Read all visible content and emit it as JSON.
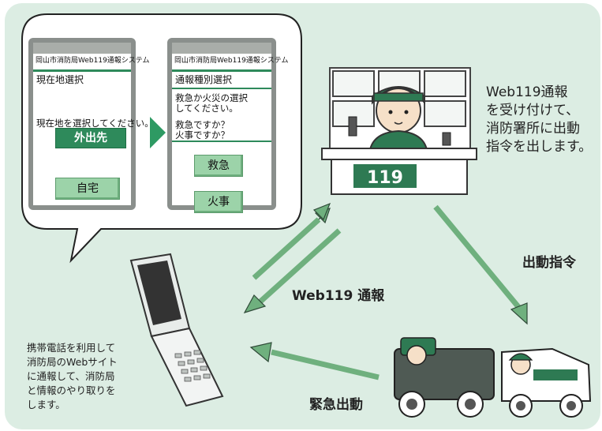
{
  "screen1": {
    "title": "岡山市消防局Web119通報システム",
    "heading": "現在地選択",
    "prompt": "現在地を選択してください。",
    "button_primary": "外出先",
    "button_secondary": "自宅"
  },
  "screen2": {
    "title": "岡山市消防局Web119通報システム",
    "heading": "通報種別選択",
    "instruction_line1": "救急か火災の選択",
    "instruction_line2": "してください。",
    "question_line1": "救急ですか？",
    "question_line2": "火事ですか？",
    "button_ambulance": "救急",
    "button_fire": "火事"
  },
  "operator_desk_number": "119",
  "center_description": [
    "Web119通報",
    "を受け付けて、",
    "消防署所に出動",
    "指令を出します。"
  ],
  "caller_description": [
    "携帯電話を利用して",
    "消防局のWebサイト",
    "に通報して、消防局",
    "と情報のやり取りを",
    "します。"
  ],
  "arrow_labels": {
    "report": "Web119 通報",
    "dispatch_order": "出動指令",
    "emergency_dispatch": "緊急出動"
  },
  "colors": {
    "panel": "#dcede3",
    "arrow": "#6fb07e",
    "accent_dark": "#2e8a5b",
    "button_light": "#9cd3a9"
  }
}
